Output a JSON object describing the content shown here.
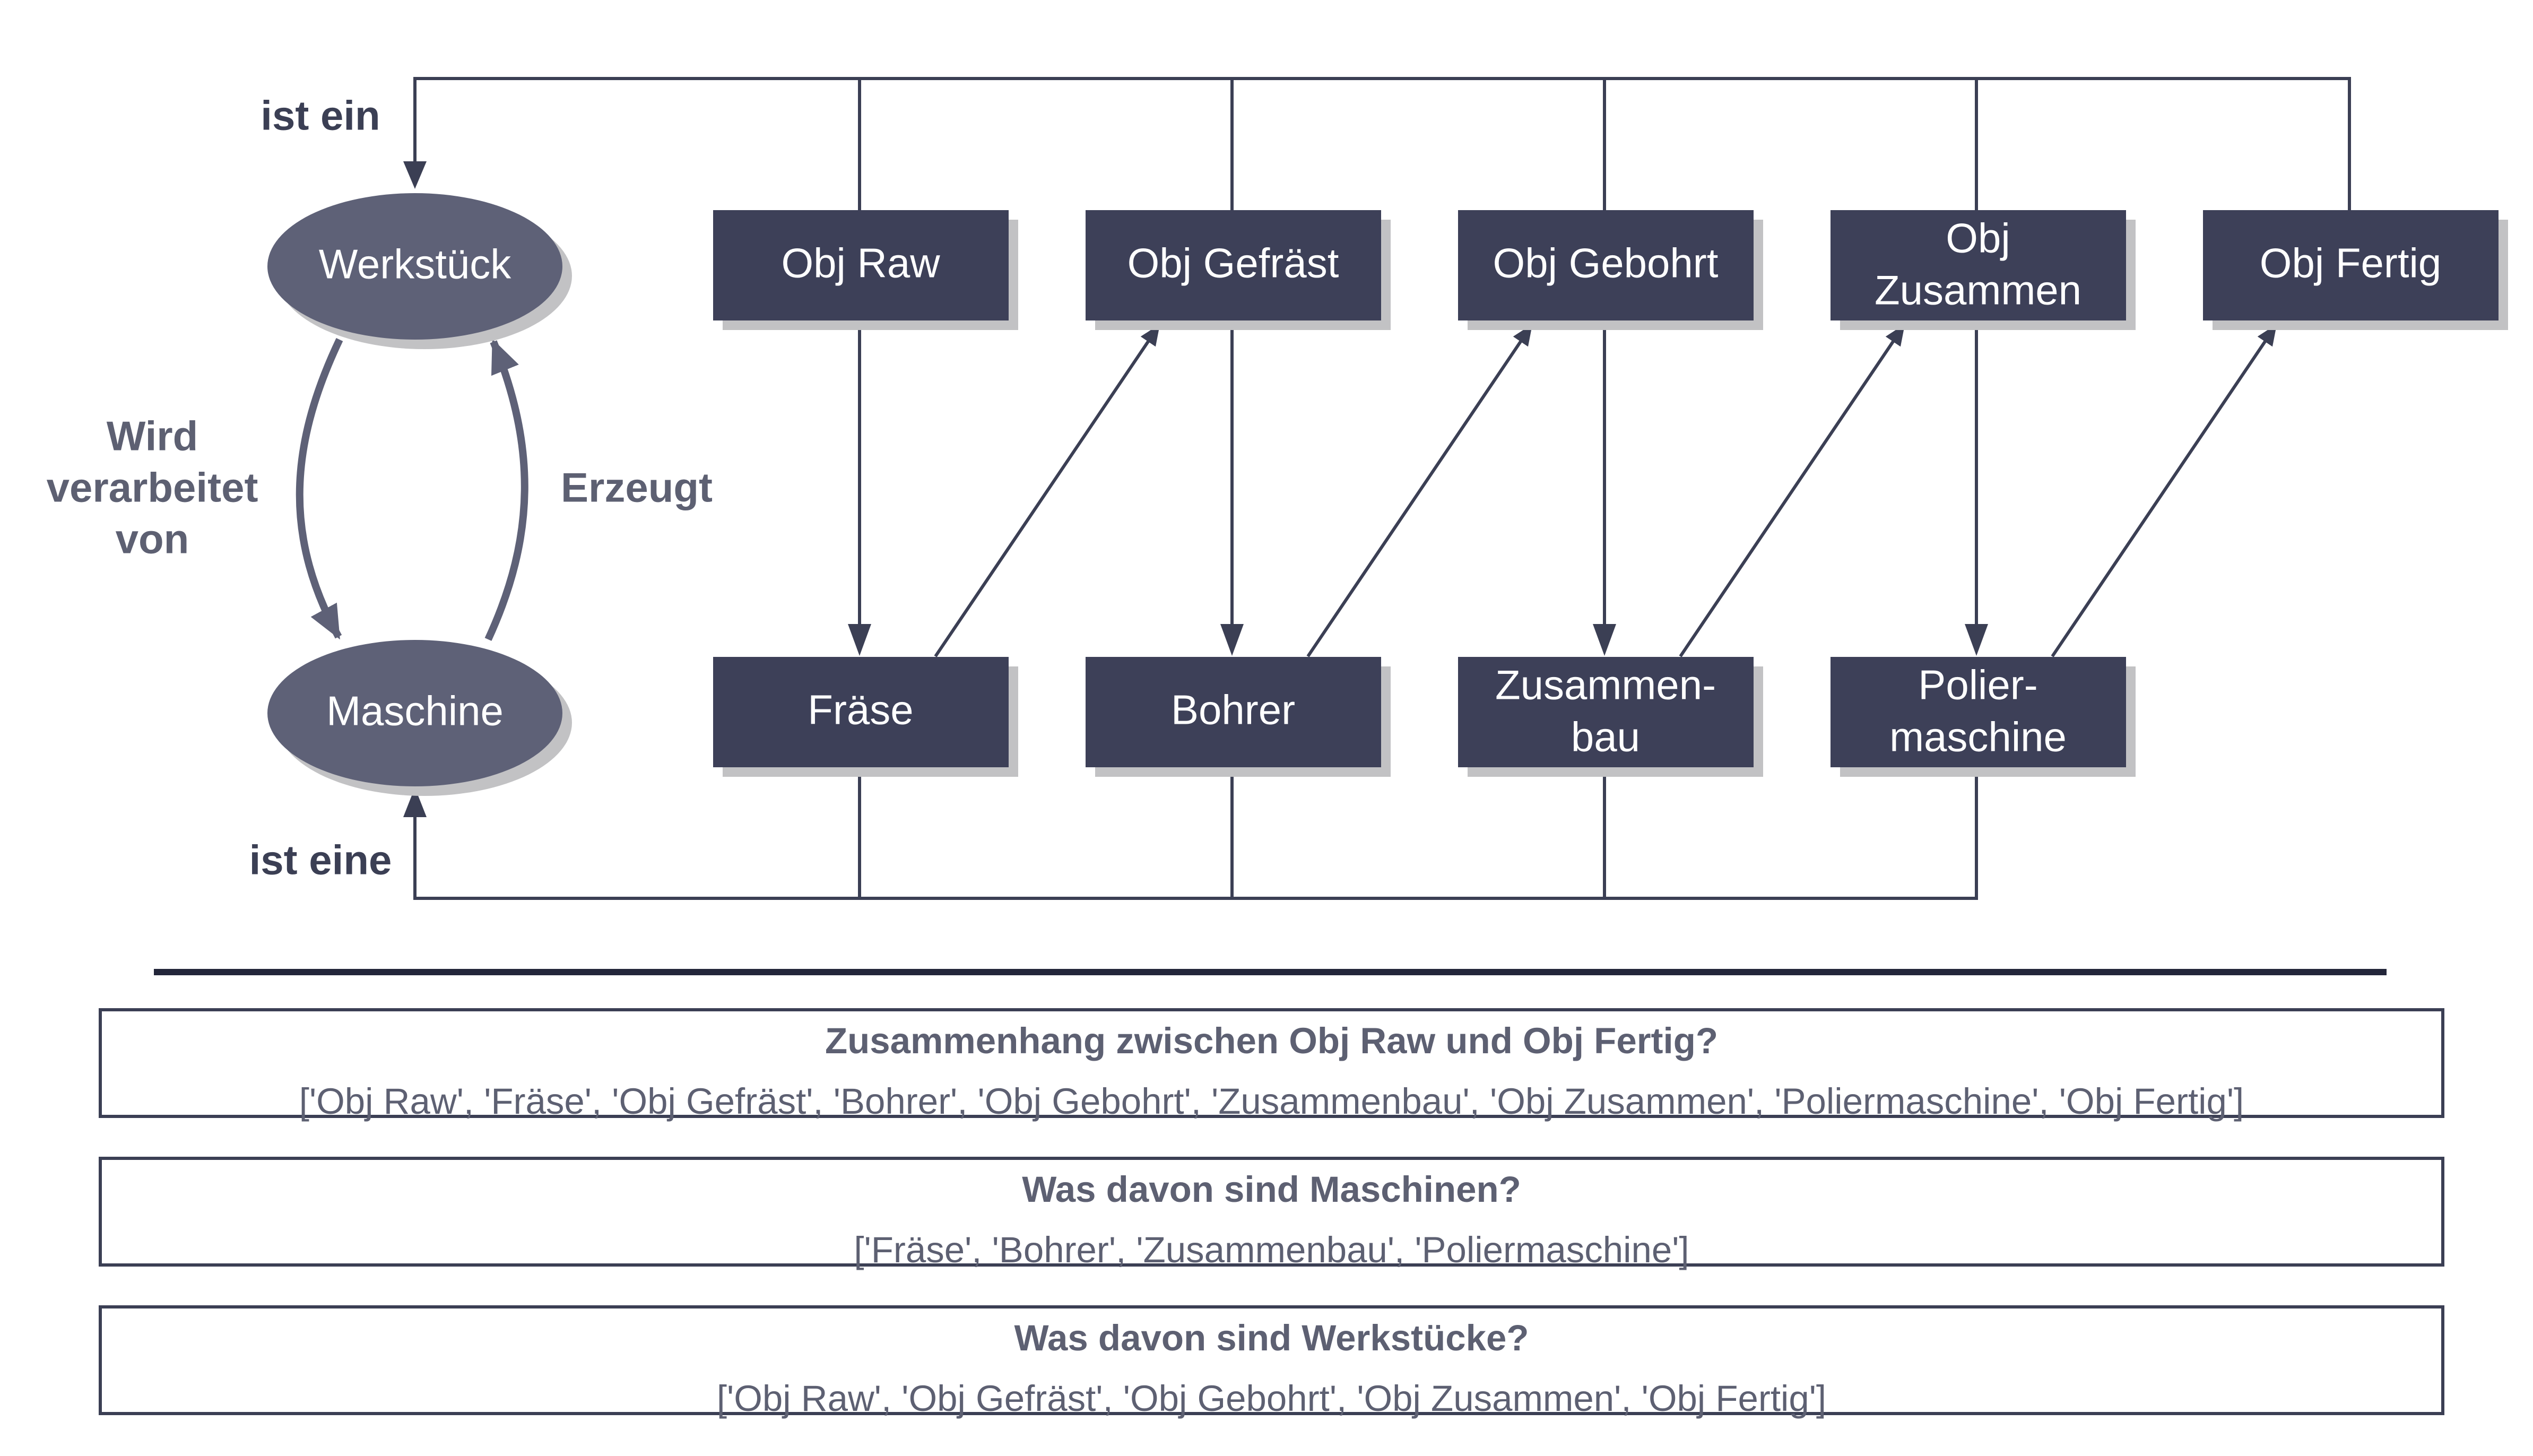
{
  "colors": {
    "box": "#3d4058",
    "ellipse": "#5e6177",
    "shadow": "#c2c2c4",
    "line": "#3b3f54",
    "label_text": "#5d6072",
    "node_text": "#ffffff"
  },
  "meta": {
    "werkstueck": "Werkstück",
    "maschine": "Maschine",
    "ist_ein": "ist ein",
    "ist_eine": "ist eine",
    "wird": "Wird",
    "verarbeitet": "verarbeitet",
    "von": "von",
    "erzeugt": "Erzeugt"
  },
  "objects": {
    "raw": "Obj Raw",
    "gefraest": "Obj Gefräst",
    "gebohrt": "Obj Gebohrt",
    "zusammen_1": "Obj",
    "zusammen_2": "Zusammen",
    "fertig": "Obj Fertig"
  },
  "machines": {
    "fraese": "Fräse",
    "bohrer": "Bohrer",
    "zusammenbau_1": "Zusammen-",
    "zusammenbau_2": "bau",
    "polier_1": "Polier-",
    "polier_2": "maschine"
  },
  "questions": [
    {
      "question": "Zusammenhang zwischen Obj Raw und Obj Fertig?",
      "answer": "['Obj Raw', 'Fräse', 'Obj Gefräst', 'Bohrer', 'Obj Gebohrt', 'Zusammenbau', 'Obj Zusammen', 'Poliermaschine', 'Obj Fertig']"
    },
    {
      "question": "Was davon sind Maschinen?",
      "answer": "['Fräse', 'Bohrer', 'Zusammenbau', 'Poliermaschine']"
    },
    {
      "question": "Was davon sind Werkstücke?",
      "answer": "['Obj Raw', 'Obj Gefräst', 'Obj Gebohrt', 'Obj Zusammen', 'Obj Fertig']"
    }
  ]
}
